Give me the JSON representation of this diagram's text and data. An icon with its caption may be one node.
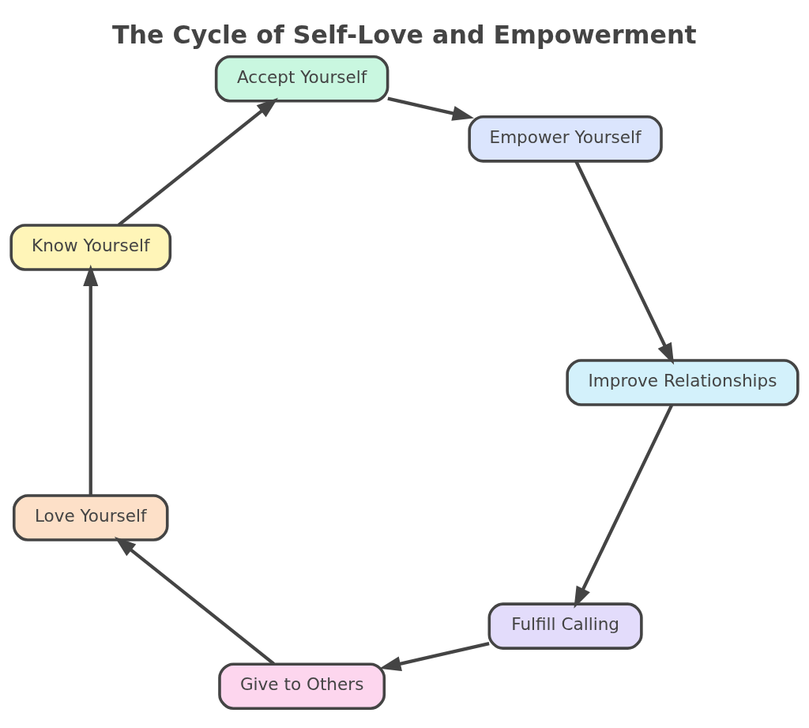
{
  "diagram": {
    "title": "The Cycle of Self-Love and Empowerment",
    "nodes": [
      {
        "text": [
          "Give to Others"
        ]
      },
      {
        "text": [
          "Love Yourself"
        ]
      },
      {
        "text": [
          "Know Yourself"
        ]
      },
      {
        "text": [
          "Accept Yourself"
        ]
      },
      {
        "text": [
          "Empower Yourself"
        ]
      },
      {
        "text": [
          "Improve Relationships"
        ]
      },
      {
        "text": [
          "Fulfill Calling"
        ]
      }
    ],
    "edges": [
      {
        "from": 0,
        "to": 1,
        "arrow": "to"
      },
      {
        "from": 1,
        "to": 2,
        "arrow": "to"
      },
      {
        "from": 2,
        "to": 3,
        "arrow": "to"
      },
      {
        "from": 3,
        "to": 4,
        "arrow": "to"
      },
      {
        "from": 4,
        "to": 5,
        "arrow": "to"
      },
      {
        "from": 5,
        "to": 6,
        "arrow": "to"
      },
      {
        "from": 6,
        "to": 0,
        "arrow": "to"
      }
    ]
  }
}
